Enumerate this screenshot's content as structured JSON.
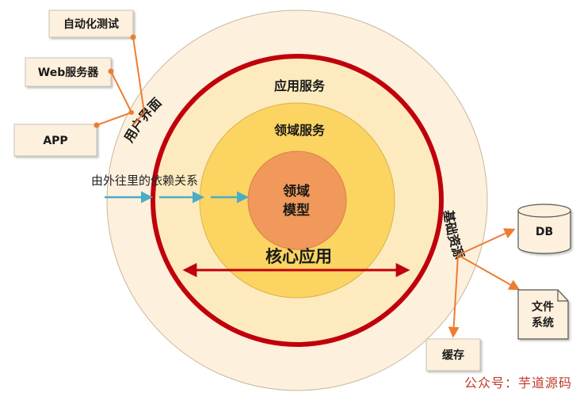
{
  "rings": {
    "outer_label_user": "用户界面",
    "outer_label_infra": "基础资源",
    "application_services": "应用服务",
    "domain_services": "领域服务",
    "domain_model_line1": "领域",
    "domain_model_line2": "模型",
    "core_application": "核心应用"
  },
  "dependency_note": "由外往里的依赖关系",
  "ui_clients": {
    "automation_testing": "自动化测试",
    "web_server": "Web服务器",
    "app": "APP"
  },
  "infra_resources": {
    "db": "DB",
    "file_system_line1": "文件",
    "file_system_line2": "系统",
    "cache": "缓存"
  },
  "watermark": "公众号：芋道源码",
  "colors": {
    "outer_ring": "#fdf0dc",
    "app_ring": "#fdebbf",
    "domain_services_ring": "#fbd462",
    "domain_model_core": "#f0995a",
    "red_border": "#c0000b",
    "connector_orange": "#ed7d31",
    "dependency_arrow": "#4bacc6",
    "box_fill": "#fdf0dc"
  }
}
